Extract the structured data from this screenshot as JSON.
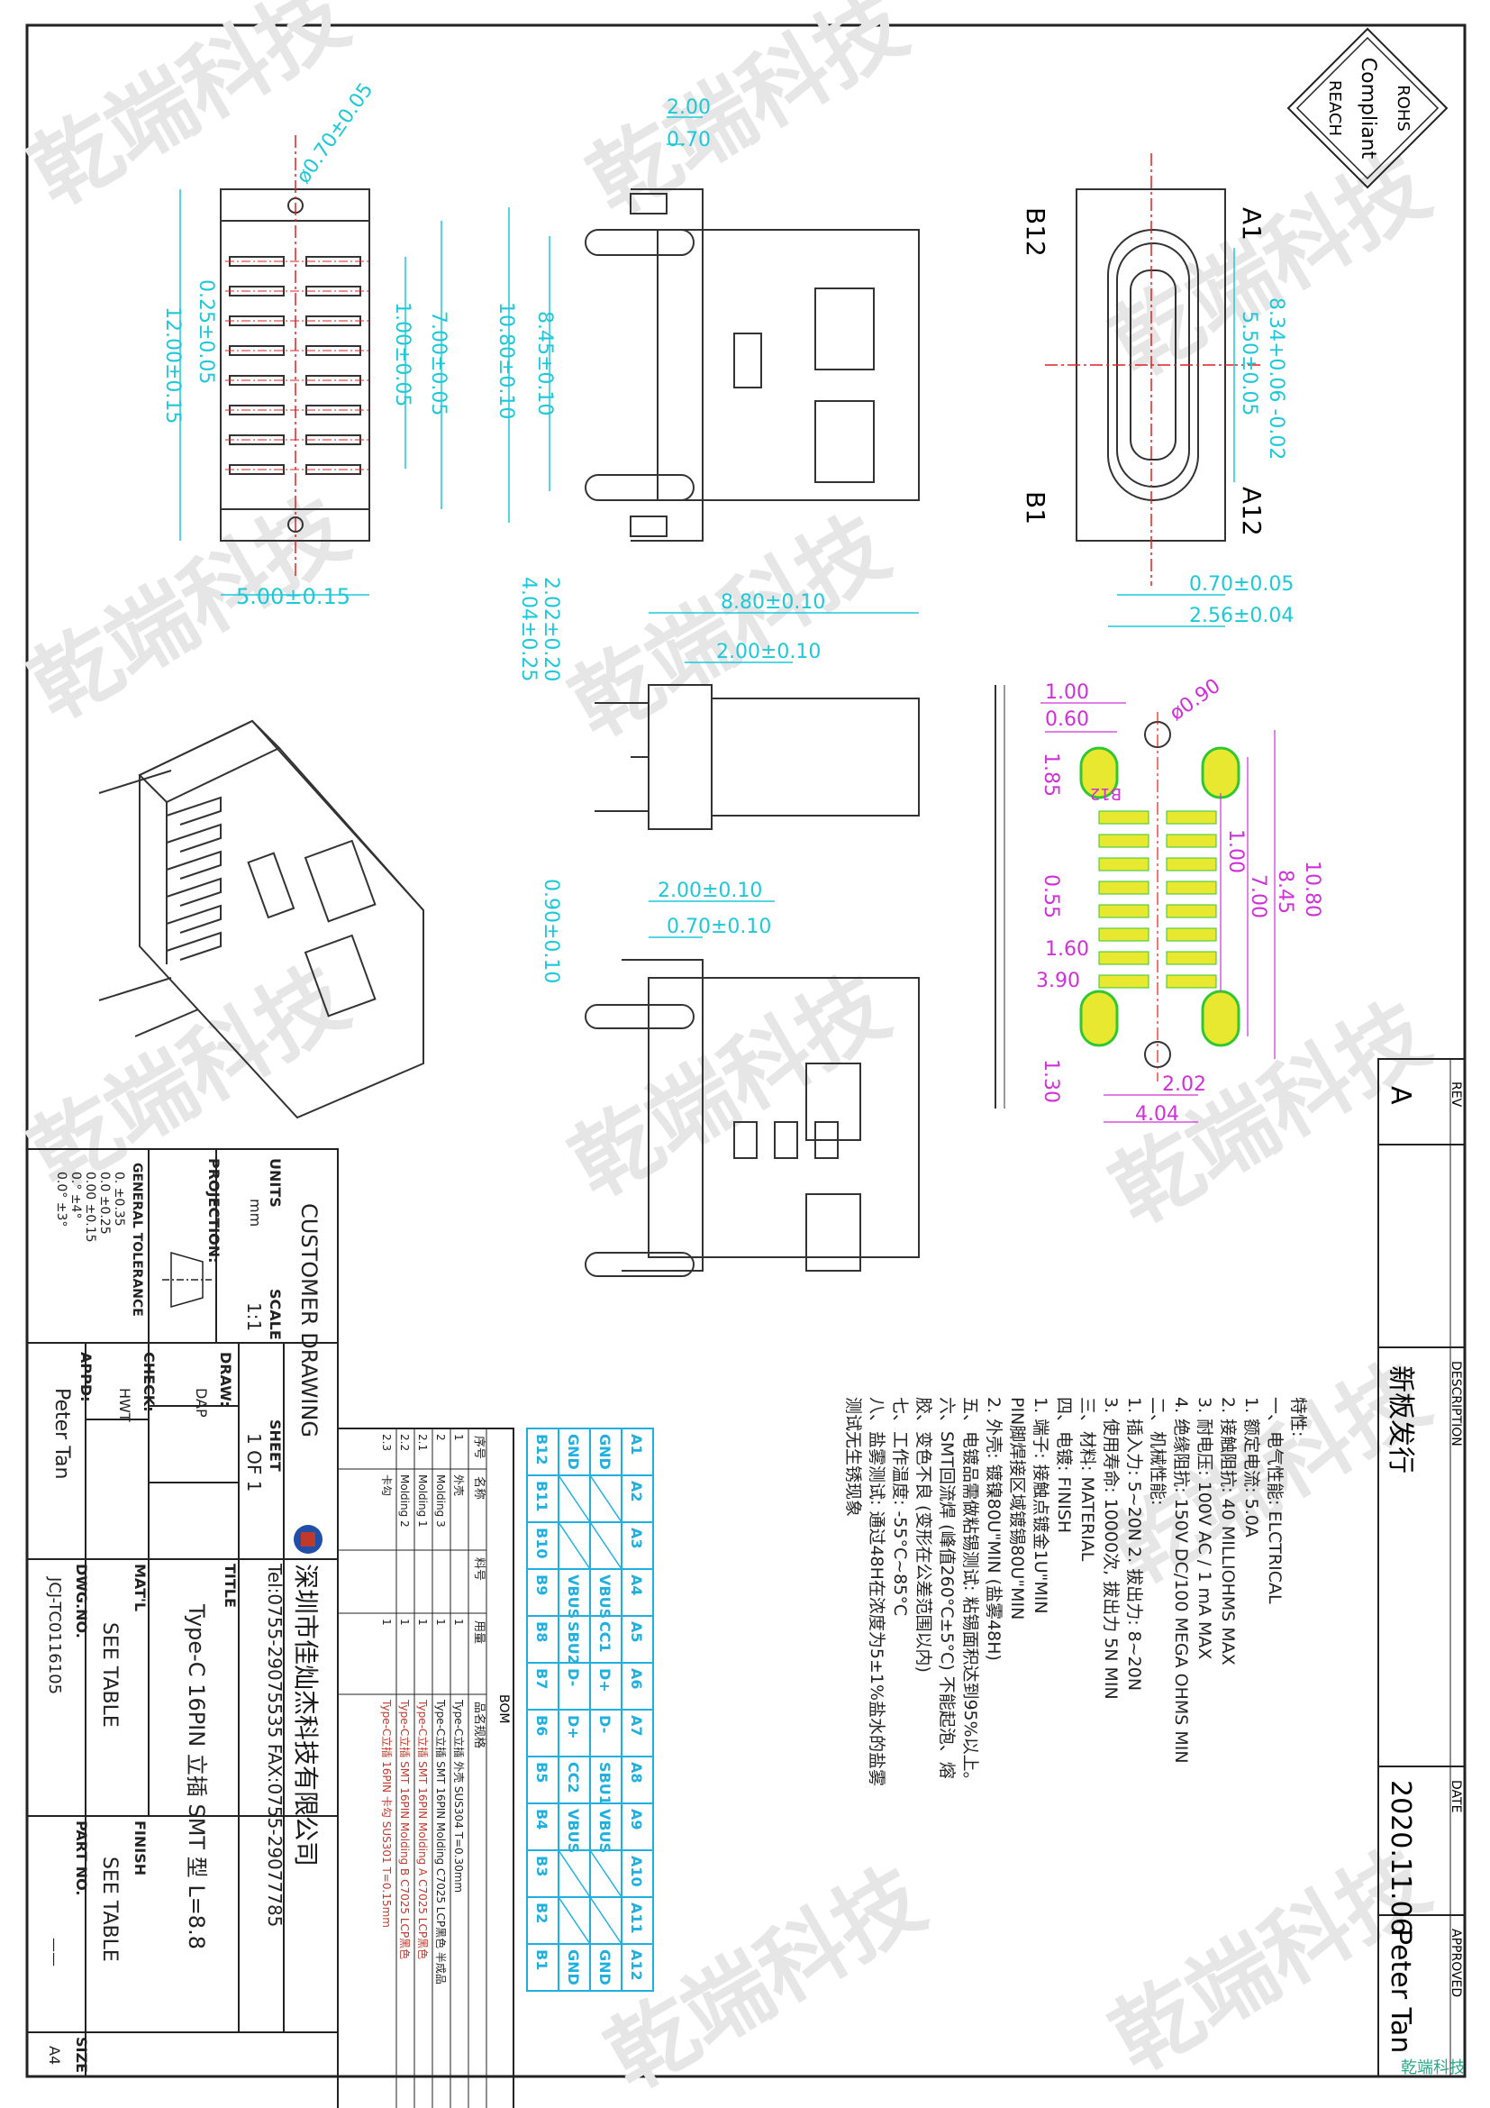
{
  "drawing": {
    "rohs": {
      "line1": "ROHS",
      "line2": "Compliant",
      "line3": "REACH"
    },
    "watermark": "乾端科技",
    "watermark_corner": "乾端科技",
    "top_view": {
      "hole_dia": "ø0.70±0.05",
      "pitch_025": "0.25±0.05",
      "width_1200": "12.00±0.15",
      "pitch_100": "1.00±0.05",
      "width_700": "7.00±0.05",
      "bottom_500": "5.00±0.15"
    },
    "side_view": {
      "top_200": "2.00",
      "top_070": "0.70",
      "h_845": "8.45±0.10",
      "h_1080": "10.80±0.10"
    },
    "front_view": {
      "pin_b12": "B12",
      "pin_a1": "A1",
      "pin_b1": "B1",
      "pin_a12": "A12",
      "h_834": "8.34+0.06 -0.02",
      "h_550": "5.50±0.05",
      "w_070": "0.70±0.05",
      "w_256": "2.56±0.04"
    },
    "profile_view": {
      "len_880": "8.80±0.10",
      "len_200": "2.00±0.10",
      "h_202": "2.02±0.20",
      "h_404": "4.04±0.25"
    },
    "bottom_view": {
      "w_200": "2.00±0.10",
      "w_070": "0.70±0.10",
      "h_090": "0.90±0.10"
    },
    "pcb_layout": {
      "d100": "1.00",
      "d060": "0.60",
      "d185": "1.85",
      "dia": "ø0.90",
      "label_b12": "B12",
      "d100b": "1.00",
      "d055": "0.55",
      "d160": "1.60",
      "d390": "3.90",
      "d700": "7.00",
      "d845": "8.45",
      "d1080": "10.80",
      "d130": "1.30",
      "d202": "2.02",
      "d404": "4.04"
    }
  },
  "revision": {
    "rev_header": "REV",
    "rev": "A",
    "description_header": "DESCRIPTION",
    "description": "新板发行",
    "date_header": "DATE",
    "date": "2020.11.06",
    "approved_header": "APPROVED",
    "approved": "Peter Tan"
  },
  "specs": [
    "特性:",
    "一、电气性能: ELCTRICAL",
    "1. 额定电流: 5.0A",
    "2. 接触阻抗: 40 MILLIOHMS MAX",
    "3. 耐电压: 100V AC / 1 mA MAX",
    "4. 绝缘阻抗: 150V DC/100 MEGA OHMS MIN",
    "二、机械性能:",
    "1. 插入力: 5~20N  2. 拔出力: 8~20N",
    "3. 使用寿命: 10000次, 拔出力 5N MIN",
    "三、材料: MATERIAL",
    "四、电镀: FINISH",
    "1. 端子: 接触点镀金1U\"MIN",
    "PIN脚焊接区域镀锡80U\"MIN",
    "2. 外壳: 镀镍80U\"MIN (盐雾48H)",
    "五、电镀品需做粘锡测试: 粘锡面积达到95%以上。",
    "六、SMT回流焊 (峰值260°C±5°C) 不能起泡、熔",
    "胶、变色不良 (变形在公差范围以内)",
    "七、工作温度: -55°C~85°C",
    "八、盐雾测试: 通过48H在浓度为5±1%盐水的盐雾",
    "测试无生锈现象"
  ],
  "pin_table": {
    "row1": [
      "A1",
      "A2",
      "A3",
      "A4",
      "A5",
      "A6",
      "A7",
      "A8",
      "A9",
      "A10",
      "A11",
      "A12"
    ],
    "row2": [
      "GND",
      "",
      "",
      "VBUS",
      "CC1",
      "D+",
      "D-",
      "SBU1",
      "VBUS",
      "",
      "",
      "GND"
    ],
    "row3": [
      "GND",
      "",
      "",
      "VBUS",
      "SBU2",
      "D-",
      "D+",
      "CC2",
      "VBUS",
      "",
      "",
      "GND"
    ],
    "row4": [
      "B12",
      "B11",
      "B10",
      "B9",
      "B8",
      "B7",
      "B6",
      "B5",
      "B4",
      "B3",
      "B2",
      "B1"
    ]
  },
  "bom": {
    "title": "BOM",
    "headers": [
      "序号",
      "名称",
      "料号",
      "用量",
      "品名规格"
    ],
    "rows": [
      [
        "1",
        "外壳",
        "",
        "1",
        "Type-C立插 外壳 SUS304 T=0.30mm"
      ],
      [
        "2",
        "Molding 3",
        "",
        "1",
        "Type-C立插 SMT 16PIN Molding C7025 LCP黑色 半成品"
      ],
      [
        "2.1",
        "Molding 1",
        "",
        "1",
        "Type-C立插 SMT 16PIN Molding A C7025 LCP黑色"
      ],
      [
        "2.2",
        "Molding 2",
        "",
        "1",
        "Type-C立插 SMT 16PIN Molding B C7025 LCP黑色"
      ],
      [
        "2.3",
        "卡勾",
        "",
        "1",
        "Type-C立插 16PIN 卡勾 SUS301 T=0.15mm"
      ]
    ]
  },
  "title_block": {
    "customer_drawing": "CUSTOMER DRAWING",
    "units_label": "UNITS",
    "units": "mm",
    "scale_label": "SCALE",
    "scale": "1:1",
    "sheet_label": "SHEET",
    "sheet": "1 OF 1",
    "projection_label": "PROJECTION:",
    "tolerance_label": "GENERAL TOLERANCE",
    "tolerances": [
      "0.   ±0.35",
      "0.0  ±0.25",
      "0.00 ±0.15",
      "0.°  ±4°",
      "0.0° ±3°"
    ],
    "draw_label": "DRAW:",
    "draw": "DAP",
    "check_label": "CHECK:",
    "check": "HWT",
    "appd_label": "APPD:",
    "appd": "Peter Tan",
    "company": "深圳市佳灿杰科技有限公司",
    "contact": "Tel:0755-29075535  FAX:0755-29077785",
    "title_label": "TITLE",
    "title": "Type-C 16PIN 立插 SMT 型 L=8.8",
    "matl_label": "MAT'L",
    "matl": "SEE TABLE",
    "finish_label": "FINISH",
    "finish": "SEE TABLE",
    "dwg_label": "DWG.NO.",
    "dwg": "JCJ-TC0116105",
    "part_label": "PART NO.",
    "part": "——",
    "size_label": "SIZE",
    "size": "A4"
  },
  "colors": {
    "line": "#333333",
    "dimension": "#1fc8d8",
    "center": "#e02020",
    "layout": "#d030d8",
    "pad": "#e8e830",
    "pad_outline": "#30c830",
    "company_red": "#c0392b",
    "blue_table": "#1fb0e0"
  }
}
